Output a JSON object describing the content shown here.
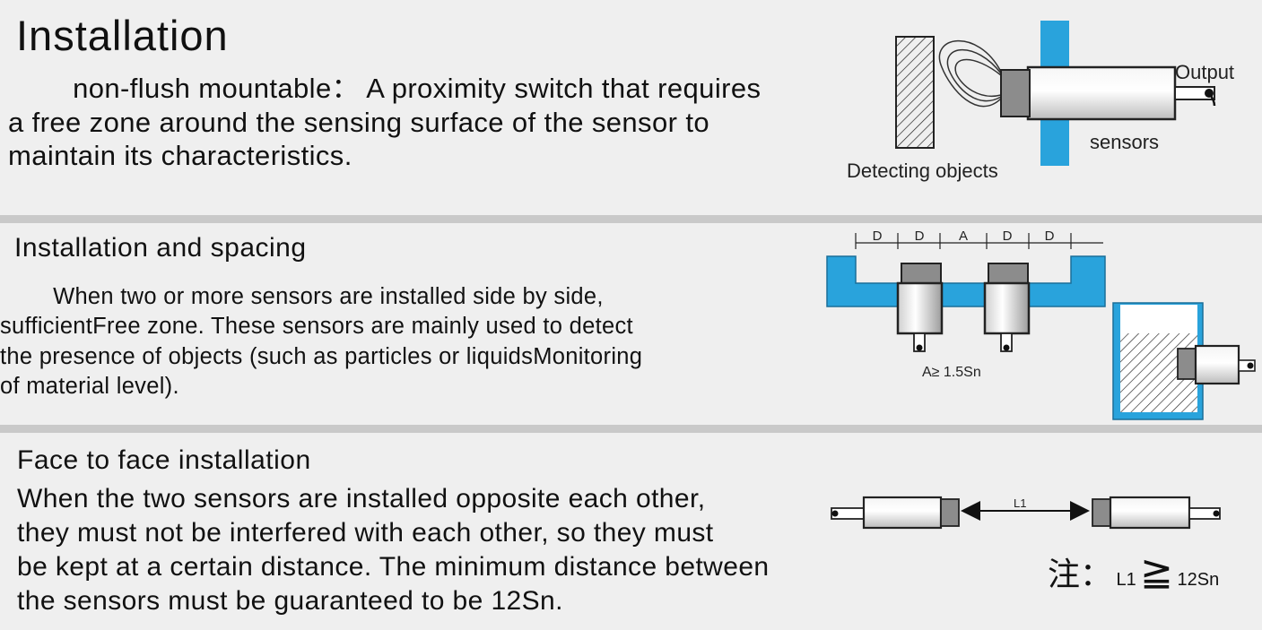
{
  "section1": {
    "title": "Installation",
    "lines": [
      "        non-flush mountable： A proximity switch that requires",
      "a free zone around the sensing surface of the sensor to",
      "maintain its characteristics."
    ],
    "diagram": {
      "output_label": "Output",
      "sensors_label": "sensors",
      "objects_label": "Detecting objects"
    }
  },
  "section2": {
    "title": "Installation and spacing",
    "lines": [
      "        When two or more sensors are installed side by side,",
      "sufficientFree zone. These sensors are mainly used to detect",
      "the presence of objects (such as particles or liquidsMonitoring",
      "of material level)."
    ],
    "diagram": {
      "dim_labels": [
        "D",
        "D",
        "A",
        "D",
        "D"
      ],
      "condition": "A≥ 1.5Sn"
    }
  },
  "section3": {
    "title": "Face to face installation",
    "lines": [
      "When the two sensors are installed opposite each other,",
      "they must not be interfered with each other, so they must",
      "be kept at a certain distance. The minimum distance between",
      "the sensors must be guaranteed to be 12Sn."
    ],
    "diagram": {
      "distance_label": "L1"
    },
    "note": {
      "prefix": "注：",
      "l1": "L1",
      "sign": "≧",
      "value": "12Sn"
    }
  },
  "colors": {
    "background": "#efefef",
    "divider": "#c9c9c9",
    "blue": "#29a3dc"
  }
}
